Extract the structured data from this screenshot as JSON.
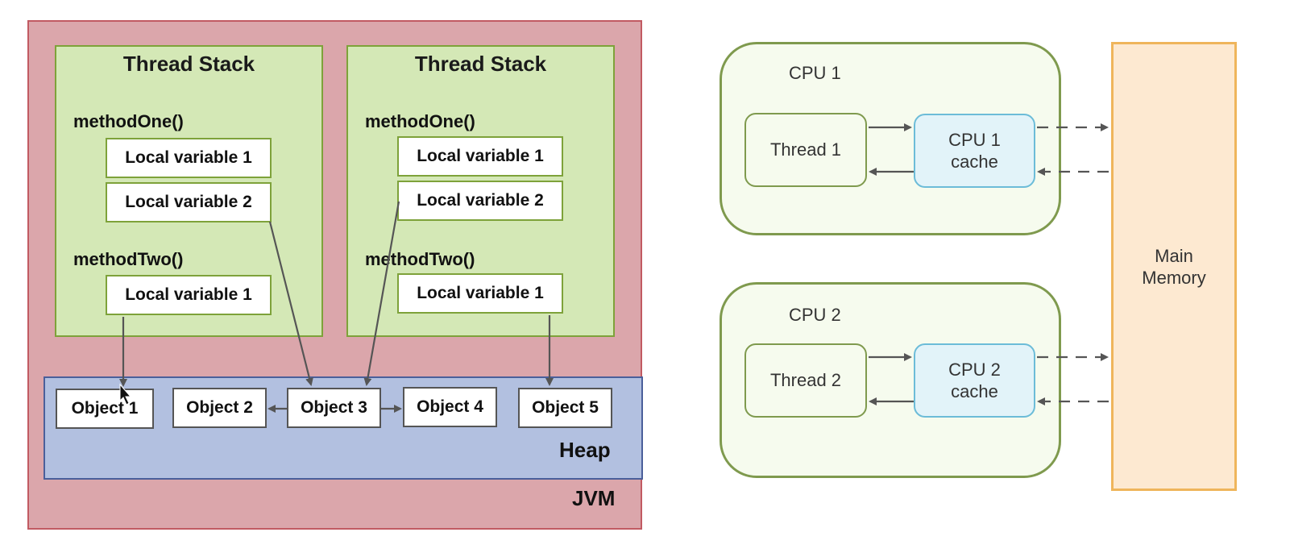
{
  "jvm": {
    "label": "JVM",
    "heap_label": "Heap",
    "thread_stacks": [
      {
        "title": "Thread Stack",
        "methods": [
          {
            "name": "methodOne()",
            "locals": [
              "Local variable 1",
              "Local variable 2"
            ]
          },
          {
            "name": "methodTwo()",
            "locals": [
              "Local variable 1"
            ]
          }
        ]
      },
      {
        "title": "Thread Stack",
        "methods": [
          {
            "name": "methodOne()",
            "locals": [
              "Local variable 1",
              "Local variable 2"
            ]
          },
          {
            "name": "methodTwo()",
            "locals": [
              "Local variable 1"
            ]
          }
        ]
      }
    ],
    "heap_objects": [
      "Object 1",
      "Object 2",
      "Object 3",
      "Object 4",
      "Object 5"
    ]
  },
  "hardware": {
    "cpus": [
      {
        "label": "CPU 1",
        "thread": "Thread 1",
        "cache_line1": "CPU 1",
        "cache_line2": "cache"
      },
      {
        "label": "CPU 2",
        "thread": "Thread 2",
        "cache_line1": "CPU 2",
        "cache_line2": "cache"
      }
    ],
    "main_memory_line1": "Main",
    "main_memory_line2": "Memory"
  },
  "colors": {
    "jvm_fill": "#dba6ab",
    "stack_fill": "#d4e8b6",
    "heap_fill": "#b2c0e0",
    "cpu_fill": "#f6fbee",
    "cache_fill": "#e2f3f9",
    "main_memory_fill": "#fde9d1"
  }
}
